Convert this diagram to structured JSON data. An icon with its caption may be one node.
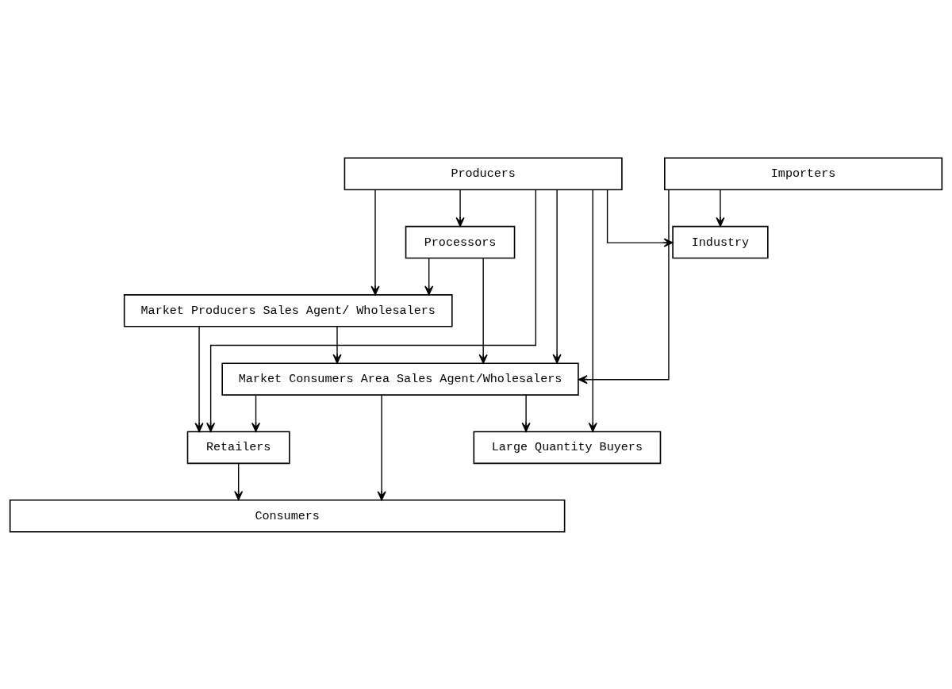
{
  "diagram": {
    "nodes": [
      {
        "text": [
          "Producers"
        ]
      },
      {
        "text": [
          "Importers"
        ]
      },
      {
        "text": [
          "Processors"
        ]
      },
      {
        "text": [
          "Industry"
        ]
      },
      {
        "text": [
          "Market Producers Sales Agent/ Wholesalers"
        ]
      },
      {
        "text": [
          "Market Consumers Area Sales Agent/Wholesalers"
        ]
      },
      {
        "text": [
          "Large Quantity Buyers"
        ]
      },
      {
        "text": [
          "Retailers"
        ]
      },
      {
        "text": [
          "Consumers"
        ]
      }
    ],
    "edges": [
      {
        "from": 0,
        "to": 4,
        "arrow": "to"
      },
      {
        "from": 0,
        "to": 2,
        "arrow": "to"
      },
      {
        "from": 0,
        "to": 5,
        "arrow": "to"
      },
      {
        "from": 0,
        "to": 3,
        "arrow": "to"
      },
      {
        "from": 1,
        "to": 3,
        "arrow": "to"
      },
      {
        "from": 1,
        "to": 5,
        "arrow": "to"
      },
      {
        "from": 0,
        "to": 7,
        "arrow": "to"
      },
      {
        "from": 0,
        "to": 6,
        "arrow": "to"
      },
      {
        "from": 2,
        "to": 4,
        "arrow": "to"
      },
      {
        "from": 2,
        "to": 5,
        "arrow": "to"
      },
      {
        "from": 4,
        "to": 5,
        "arrow": "to"
      },
      {
        "from": 4,
        "to": 7,
        "arrow": "to"
      },
      {
        "from": 5,
        "to": 6,
        "arrow": "to"
      },
      {
        "from": 5,
        "to": 7,
        "arrow": "to"
      },
      {
        "from": 5,
        "to": 8,
        "arrow": "to"
      },
      {
        "from": 7,
        "to": 8,
        "arrow": "to"
      }
    ]
  }
}
